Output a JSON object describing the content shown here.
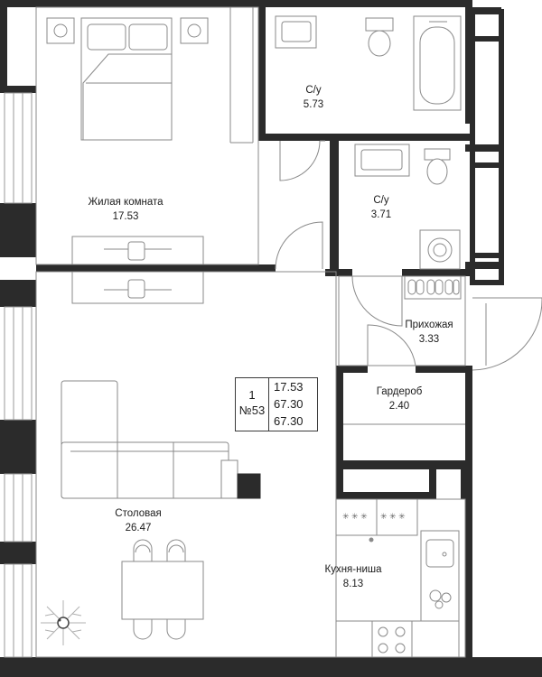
{
  "rooms": {
    "living": {
      "name": "Жилая комната",
      "area": "17.53"
    },
    "bathroom_1": {
      "name": "С/у",
      "area": "5.73"
    },
    "bathroom_2": {
      "name": "С/у",
      "area": "3.71"
    },
    "hallway": {
      "name": "Прихожая",
      "area": "3.33"
    },
    "wardrobe": {
      "name": "Гардероб",
      "area": "2.40"
    },
    "dining": {
      "name": "Столовая",
      "area": "26.47"
    },
    "kitchen": {
      "name": "Кухня-ниша",
      "area": "8.13"
    }
  },
  "apartment": {
    "rooms_count": "1",
    "number": "№53",
    "living_area": "17.53",
    "total_area": "67.30",
    "total_area_2": "67.30"
  },
  "icons": [
    "snowflake-logo-icon",
    "compass-icon"
  ],
  "colors": {
    "wall": "#2b2b2b",
    "line": "#6a6a6a",
    "background": "#ffffff"
  }
}
